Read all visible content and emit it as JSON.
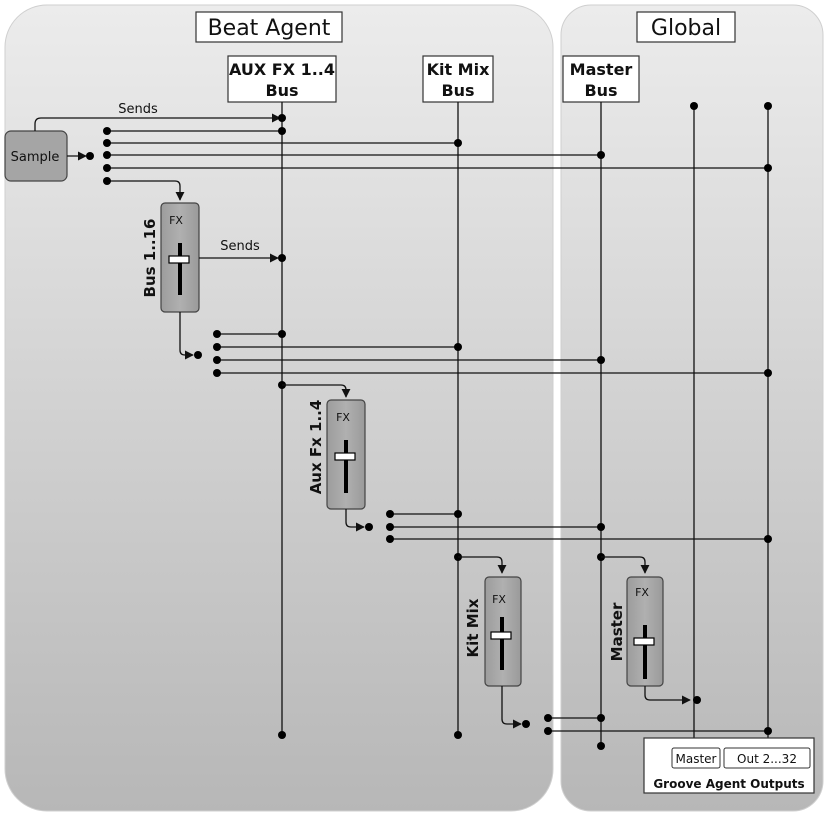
{
  "panels": {
    "beat_agent_title": "Beat Agent",
    "global_title": "Global"
  },
  "buses": {
    "aux_fx_line1": "AUX FX 1..4",
    "aux_fx_line2": "Bus",
    "kit_mix_line1": "Kit Mix",
    "kit_mix_line2": "Bus",
    "master_line1": "Master",
    "master_line2": "Bus"
  },
  "sample": {
    "label": "Sample"
  },
  "sends_labels": {
    "top": "Sends",
    "bus": "Sends"
  },
  "channels": {
    "bus": {
      "fx": "FX",
      "label": "Bus 1..16"
    },
    "aux": {
      "fx": "FX",
      "label": "Aux Fx 1..4"
    },
    "kitmix": {
      "fx": "FX",
      "label": "Kit Mix"
    },
    "master": {
      "fx": "FX",
      "label": "Master"
    }
  },
  "outputs": {
    "master": "Master",
    "out": "Out 2...32",
    "title": "Groove Agent Outputs"
  },
  "colors": {
    "panel_fill_top": "#ececec",
    "panel_fill_bottom": "#b6b6b6",
    "module_fill": "#a3a3a3",
    "wire": "#111111"
  }
}
